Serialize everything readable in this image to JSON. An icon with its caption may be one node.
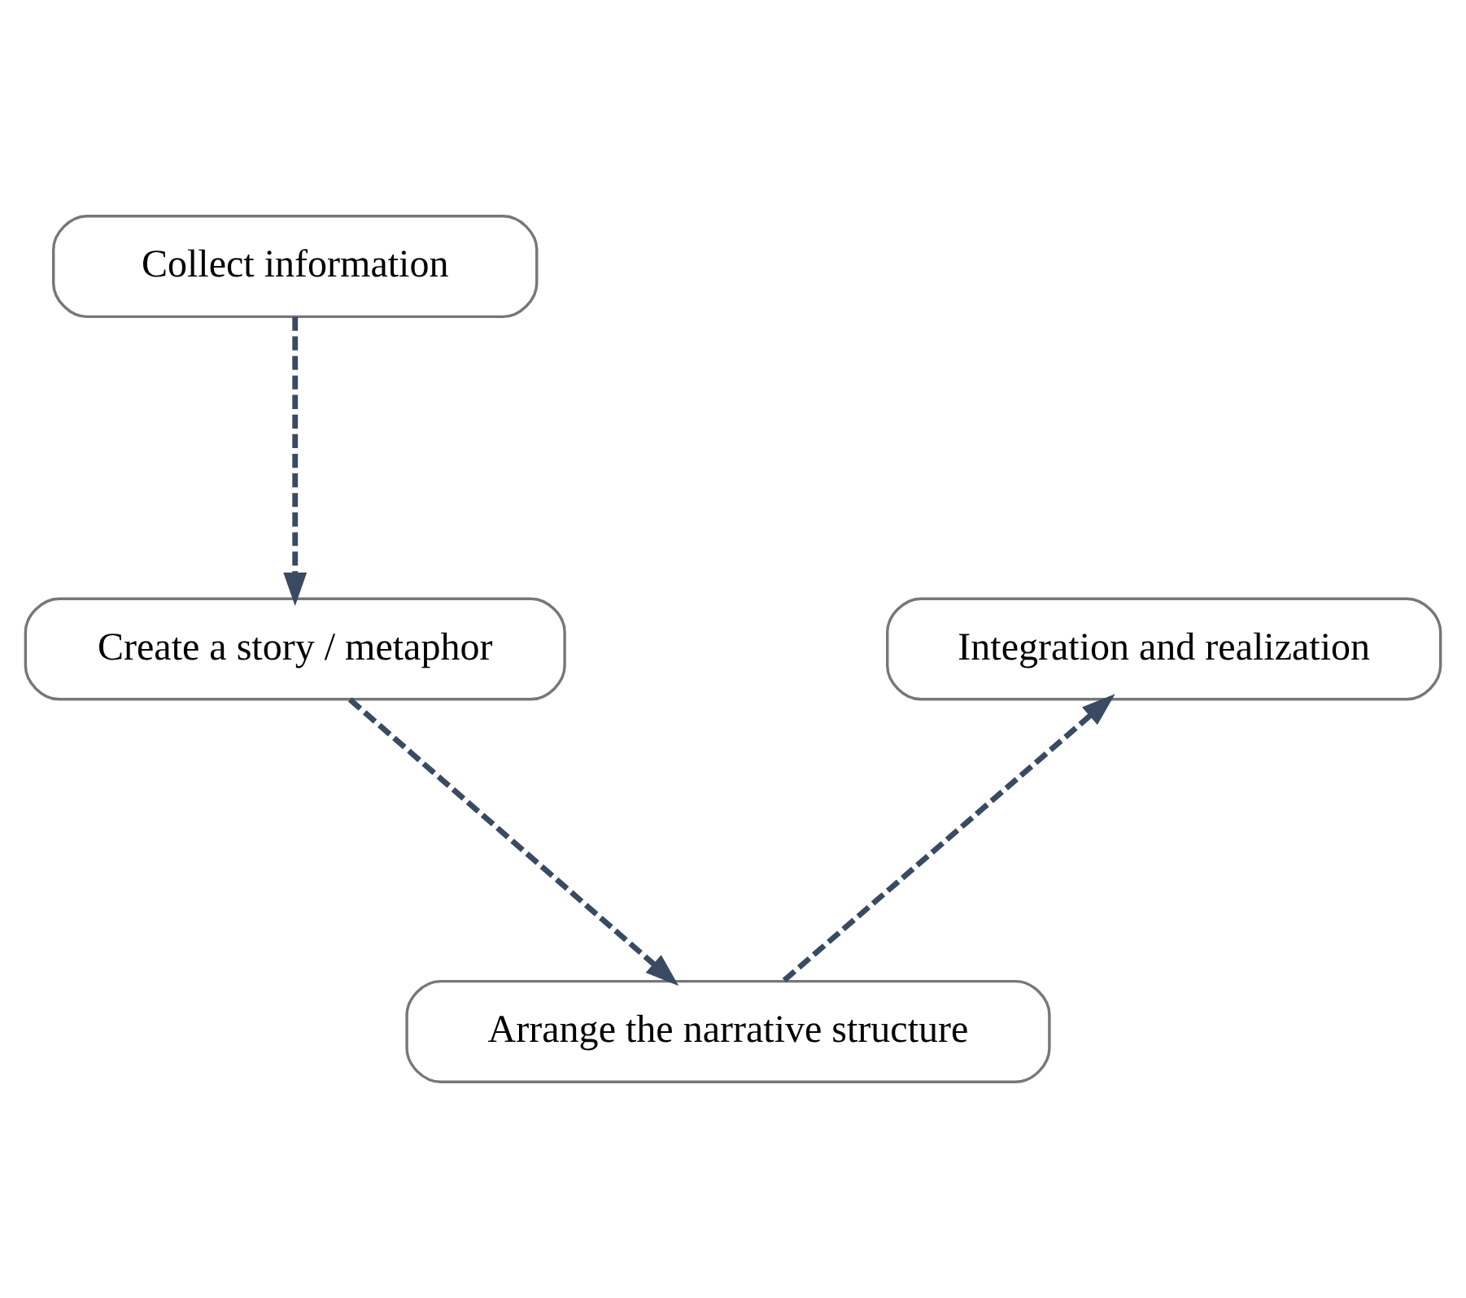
{
  "diagram": {
    "nodes": [
      {
        "text": [
          "Collect information"
        ]
      },
      {
        "text": [
          "Create a story / metaphor"
        ]
      },
      {
        "text": [
          "Arrange the narrative structure"
        ]
      },
      {
        "text": [
          "Integration and realization"
        ]
      }
    ],
    "edges": [
      {
        "from": 0,
        "to": 1,
        "arrow": "to",
        "style": "dashed"
      },
      {
        "from": 1,
        "to": 2,
        "arrow": "to",
        "style": "dashed"
      },
      {
        "from": 2,
        "to": 3,
        "arrow": "to",
        "style": "dashed"
      }
    ]
  }
}
